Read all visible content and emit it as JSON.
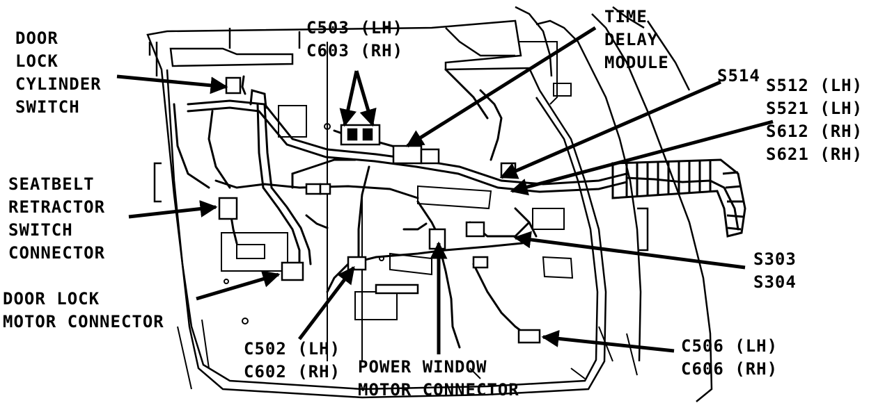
{
  "diagram": {
    "labels": {
      "door_lock_cylinder_switch": [
        "DOOR",
        "LOCK",
        "CYLINDER",
        "SWITCH"
      ],
      "c503_c603": [
        "C503 (LH)",
        "C603 (RH)"
      ],
      "time_delay_module": [
        "TIME",
        "DELAY",
        "MODULE"
      ],
      "s514": [
        "S514"
      ],
      "s512_s521_s612_s621": [
        "S512 (LH)",
        "S521 (LH)",
        "S612 (RH)",
        "S621 (RH)"
      ],
      "seatbelt_retractor_switch_connector": [
        "SEATBELT",
        "RETRACTOR",
        "SWITCH",
        "CONNECTOR"
      ],
      "door_lock_motor_connector": [
        "DOOR LOCK",
        "MOTOR CONNECTOR"
      ],
      "s303_s304": [
        "S303",
        "S304"
      ],
      "c502_c602": [
        "C502 (LH)",
        "C602 (RH)"
      ],
      "power_window_motor_connector": [
        "POWER WINDOW",
        "MOTOR CONNECTOR"
      ],
      "c506_c606": [
        "C506 (LH)",
        "C606 (RH)"
      ]
    },
    "colors": {
      "ink": "#000000",
      "paper": "#ffffff"
    }
  }
}
